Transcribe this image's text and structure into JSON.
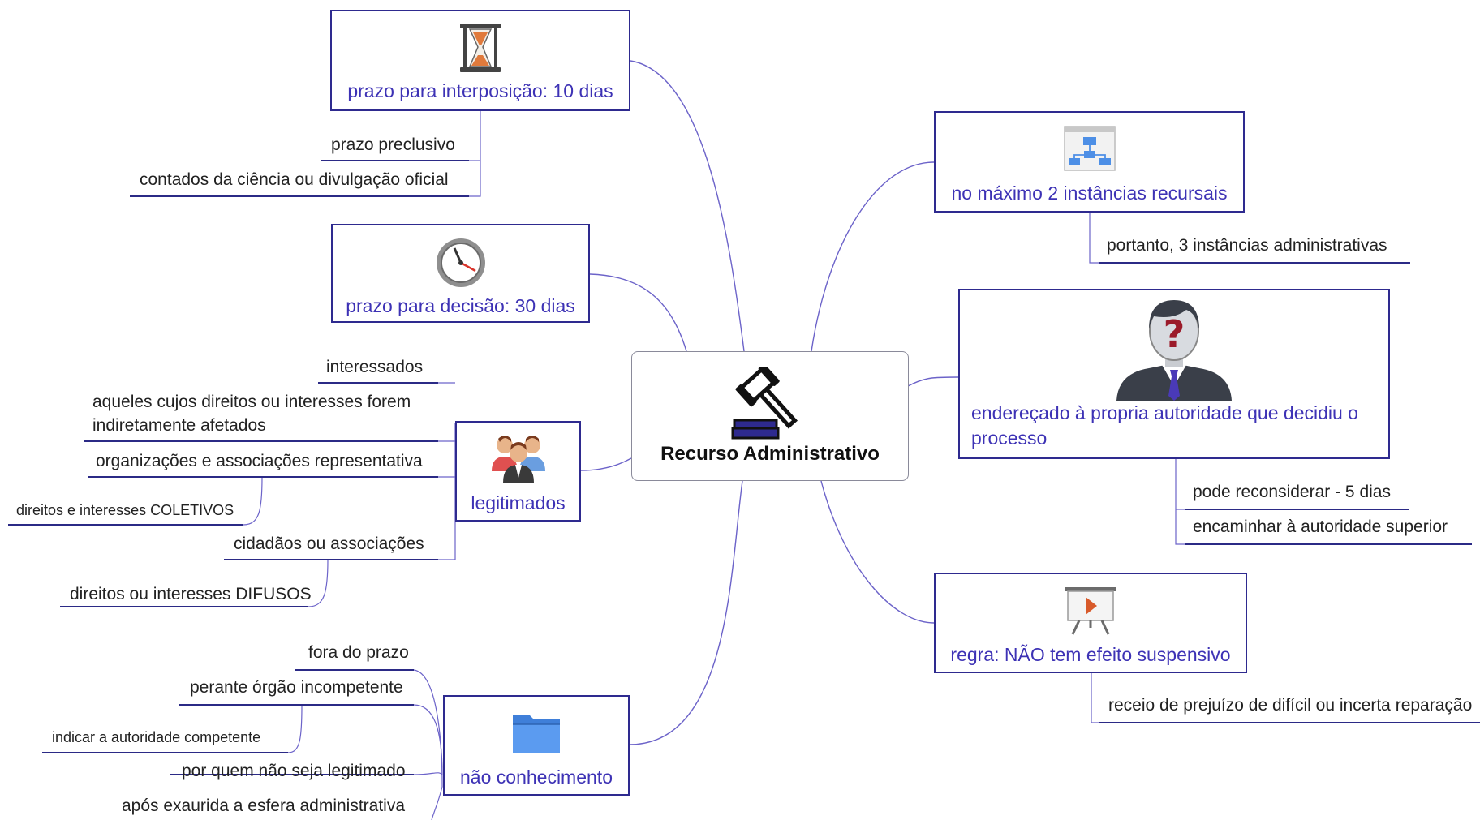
{
  "central": {
    "label": "Recurso Administrativo",
    "icon": "gavel-icon"
  },
  "colors": {
    "node_border": "#2e2a8f",
    "node_text": "#3d32b5",
    "connector": "#6c63c9",
    "underline": "#2b2a86"
  },
  "nodes": {
    "prazo_interposicao": {
      "label": "prazo para interposição: 10 dias",
      "icon": "hourglass-icon",
      "children": [
        "prazo preclusivo",
        "contados da ciência ou divulgação oficial"
      ]
    },
    "prazo_decisao": {
      "label": "prazo para decisão: 30 dias",
      "icon": "clock-icon"
    },
    "legitimados": {
      "label": "legitimados",
      "icon": "people-group-icon",
      "children": [
        "interessados",
        "aqueles cujos direitos ou interesses forem indiretamente afetados",
        "organizações e associações representativa",
        "direitos e interesses COLETIVOS",
        "cidadãos ou associações",
        "direitos ou interesses DIFUSOS"
      ]
    },
    "nao_conhecimento": {
      "label": "não conhecimento",
      "icon": "folder-icon",
      "children": [
        "fora do prazo",
        "perante órgão incompetente",
        "indicar a autoridade competente",
        "por quem não seja legitimado",
        "após exaurida a esfera administrativa"
      ]
    },
    "instancias": {
      "label": "no máximo 2 instâncias recursais",
      "icon": "org-chart-icon",
      "children": [
        "portanto, 3 instâncias administrativas"
      ]
    },
    "enderecado": {
      "label": "endereçado à propria autoridade que decidiu o processo",
      "icon": "person-question-icon",
      "children": [
        "pode reconsiderar - 5 dias",
        "encaminhar à autoridade superior"
      ]
    },
    "regra": {
      "label": "regra: NÃO tem efeito suspensivo",
      "icon": "presentation-play-icon",
      "children": [
        "receio de prejuízo de difícil ou incerta reparação"
      ]
    }
  }
}
